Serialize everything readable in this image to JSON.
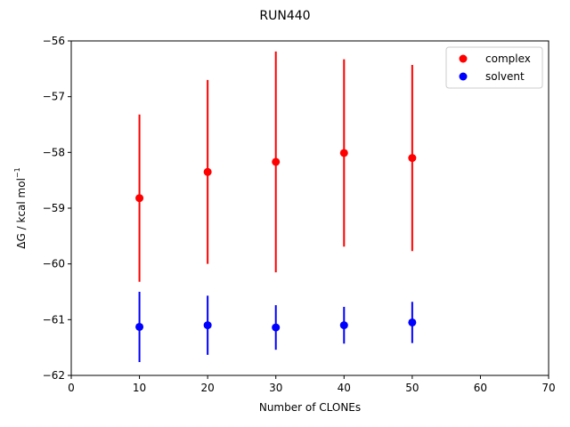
{
  "chart_data": {
    "type": "scatter",
    "title": "RUN440",
    "xlabel": "Number of CLONEs",
    "ylabel": "ΔG / kcal mol",
    "ylabel_sup": "−1",
    "xlim": [
      0,
      70
    ],
    "ylim": [
      -62,
      -56
    ],
    "xticks": [
      0,
      10,
      20,
      30,
      40,
      50,
      60,
      70
    ],
    "yticks": [
      -62,
      -61,
      -60,
      -59,
      -58,
      -57,
      -56
    ],
    "grid": false,
    "legend_position": "top-right",
    "series": [
      {
        "name": "complex",
        "color": "#ff0000",
        "x": [
          10,
          20,
          30,
          40,
          50
        ],
        "y": [
          -58.82,
          -58.35,
          -58.17,
          -58.01,
          -58.1
        ],
        "err": [
          1.5,
          1.65,
          1.98,
          1.68,
          1.67
        ]
      },
      {
        "name": "solvent",
        "color": "#0000ff",
        "x": [
          10,
          20,
          30,
          40,
          50
        ],
        "y": [
          -61.13,
          -61.1,
          -61.14,
          -61.1,
          -61.05
        ],
        "err": [
          0.63,
          0.53,
          0.4,
          0.33,
          0.37
        ]
      }
    ]
  }
}
